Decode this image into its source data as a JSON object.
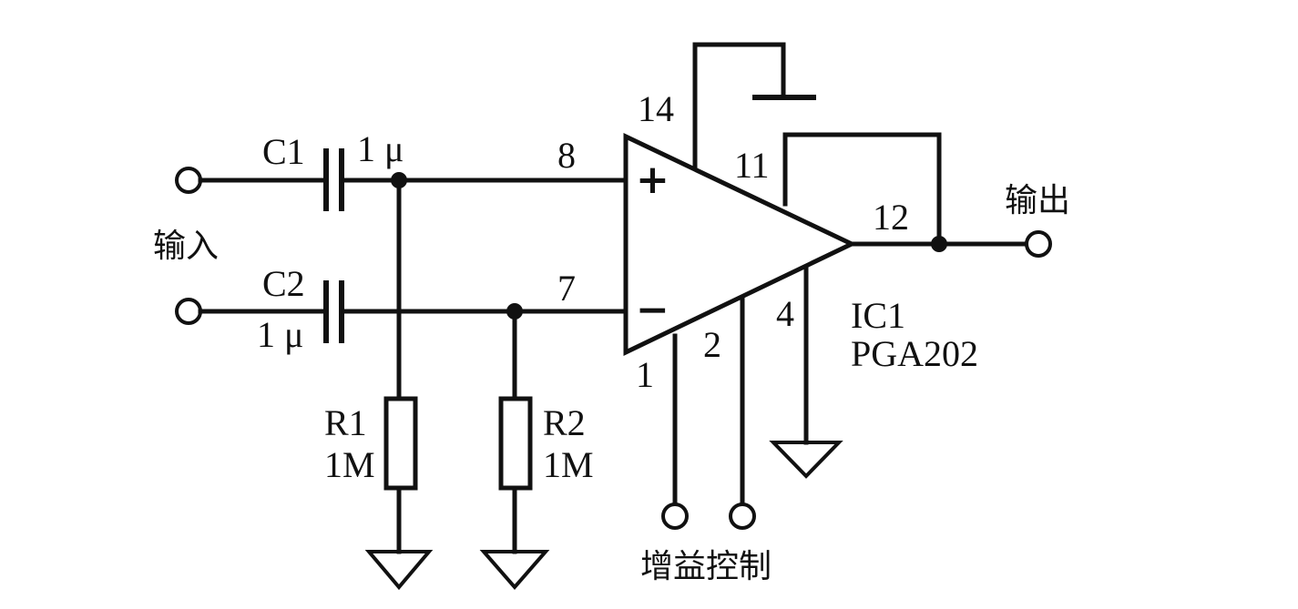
{
  "labels": {
    "input": "输入",
    "output": "输出",
    "gain_control": "增益控制",
    "ic_ref": "IC1",
    "ic_part": "PGA202",
    "plus": "+",
    "minus": "−"
  },
  "components": {
    "c1": {
      "ref": "C1",
      "value": "1 μ"
    },
    "c2": {
      "ref": "C2",
      "value": "1 μ"
    },
    "r1": {
      "ref": "R1",
      "value": "1M"
    },
    "r2": {
      "ref": "R2",
      "value": "1M"
    }
  },
  "pins": {
    "p8": "8",
    "p7": "7",
    "p14": "14",
    "p11": "11",
    "p12": "12",
    "p4": "4",
    "p1": "1",
    "p2": "2"
  }
}
